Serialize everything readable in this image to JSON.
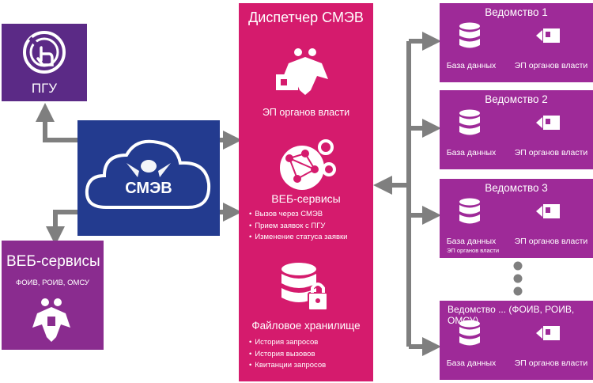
{
  "pgu": {
    "label": "ПГУ"
  },
  "smev": {
    "label": "СМЭВ"
  },
  "web_services_left": {
    "title": "ВЕБ-сервисы",
    "subtitle": "ФОИВ, РОИВ, ОМСУ"
  },
  "dispatcher": {
    "title": "Диспетчер СМЭВ",
    "ep_label": "ЭП органов власти",
    "web_title": "ВЕБ-сервисы",
    "web_items": [
      "Вызов через СМЭВ",
      "Прием заявок с ПГУ",
      "Изменение статуса заявки"
    ],
    "storage_title": "Файловое хранилище",
    "storage_items": [
      "История запросов",
      "История вызовов",
      "Квитанции запросов"
    ]
  },
  "departments": [
    {
      "title": "Ведомство 1",
      "db_label": "База данных",
      "ep_label": "ЭП органов власти"
    },
    {
      "title": "Ведомство 2",
      "db_label": "База данных",
      "ep_label": "ЭП органов власти"
    },
    {
      "title": "Ведомство 3",
      "db_label": "База данных",
      "db_sublabel": "ЭП органов власти",
      "ep_label": "ЭП органов власти"
    },
    {
      "title": "Ведомство ... (ФОИВ, РОИВ, ОМСУ)",
      "db_label": "База данных",
      "ep_label": "ЭП органов власти"
    }
  ],
  "colors": {
    "pgu": "#5b2a86",
    "smev": "#233b8f",
    "dispatcher": "#d51b6d",
    "department": "#9e2a98",
    "web_left": "#8a2c8f",
    "arrow": "#7f7f7f"
  }
}
